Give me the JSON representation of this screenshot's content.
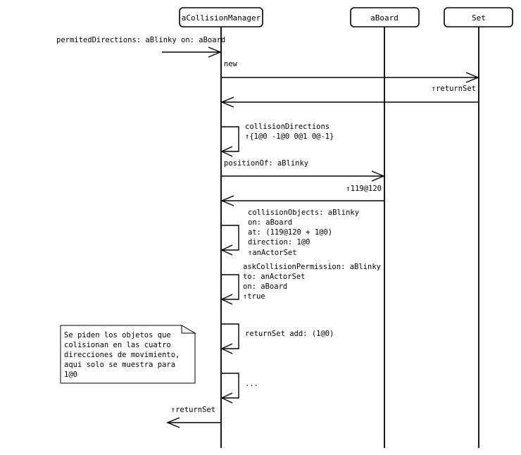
{
  "participants": {
    "manager": "aCollisionManager",
    "board": "aBoard",
    "set": "Set"
  },
  "messages": {
    "incoming": "permitedDirections: aBlinky on: aBoard",
    "new_call": "new",
    "new_return": "↑returnSet",
    "collision_directions": [
      "collisionDirections",
      "↑{1@0 -1@0 0@1 0@-1}"
    ],
    "position_of": "positionOf: aBlinky",
    "position_return": "↑119@120",
    "collision_objects": [
      "collisionObjects: aBlinky",
      "on: aBoard",
      "at: (119@120 + 1@0)",
      "direction: 1@0",
      "↑anActorSet"
    ],
    "ask_permission": [
      "askCollisionPermission: aBlinky",
      "to: anActorSet",
      "on: aBoard",
      "↑true"
    ],
    "return_add": "returnSet add: (1@0)",
    "ellipsis": "...",
    "final_return": "↑returnSet"
  },
  "note": {
    "lines": [
      "Se piden los objetos que",
      "colisionan en las cuatro",
      "direcciones de movimiento,",
      "aqui solo se muestra para",
      "1@0"
    ]
  }
}
